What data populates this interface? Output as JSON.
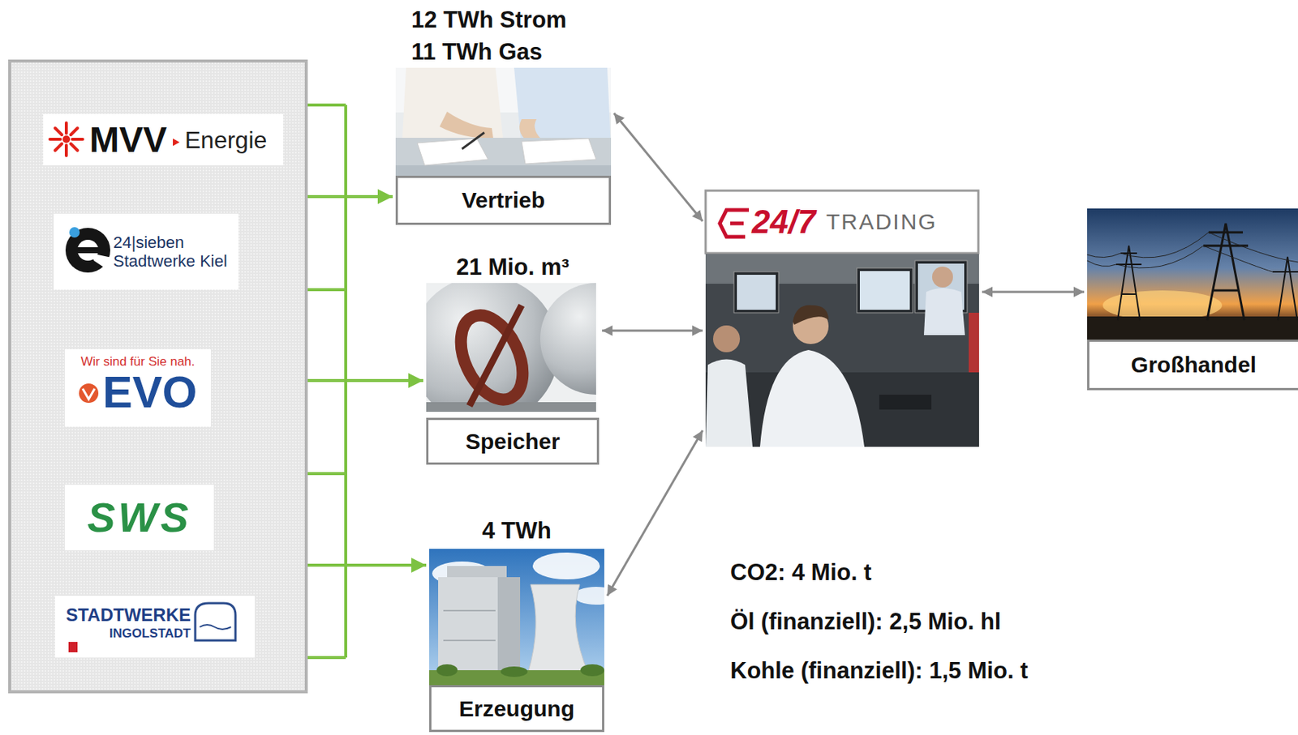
{
  "diagram": {
    "nodes": [
      {
        "text": []
      },
      {
        "text": [
          "MVV",
          "Energie"
        ],
        "in": 0
      },
      {
        "text": [
          "24|sieben",
          "Stadtwerke Kiel"
        ],
        "in": 0
      },
      {
        "text": [
          "Wir sind für Sie nah.",
          "EVO"
        ],
        "in": 0
      },
      {
        "text": [
          "SWS"
        ],
        "in": 0
      },
      {
        "text": [
          "STADTWERKE",
          "INGOLSTADT"
        ],
        "in": 0
      },
      {
        "text": [
          "12 TWh Strom",
          "11 TWh Gas",
          "Vertrieb"
        ]
      },
      {
        "text": [
          "21 Mio. m³",
          "Speicher"
        ]
      },
      {
        "text": [
          "4 TWh",
          "Erzeugung"
        ]
      },
      {
        "text": [
          "24/7",
          "TRADING"
        ]
      },
      {
        "text": [
          "Großhandel"
        ]
      }
    ],
    "edges": [
      {
        "from": 0,
        "to": 6,
        "arrow": "to"
      },
      {
        "from": 0,
        "to": 7,
        "arrow": "to"
      },
      {
        "from": 0,
        "to": 8,
        "arrow": "to"
      },
      {
        "from": 6,
        "to": 9,
        "arrow": "both"
      },
      {
        "from": 7,
        "to": 9,
        "arrow": "both"
      },
      {
        "from": 8,
        "to": 9,
        "arrow": "both"
      },
      {
        "from": 9,
        "to": 10,
        "arrow": "both"
      }
    ],
    "labels": [
      "CO2: 4 Mio. t",
      "Öl (finanziell): 2,5 Mio. hl",
      "Kohle (finanziell): 1,5 Mio. t"
    ]
  }
}
